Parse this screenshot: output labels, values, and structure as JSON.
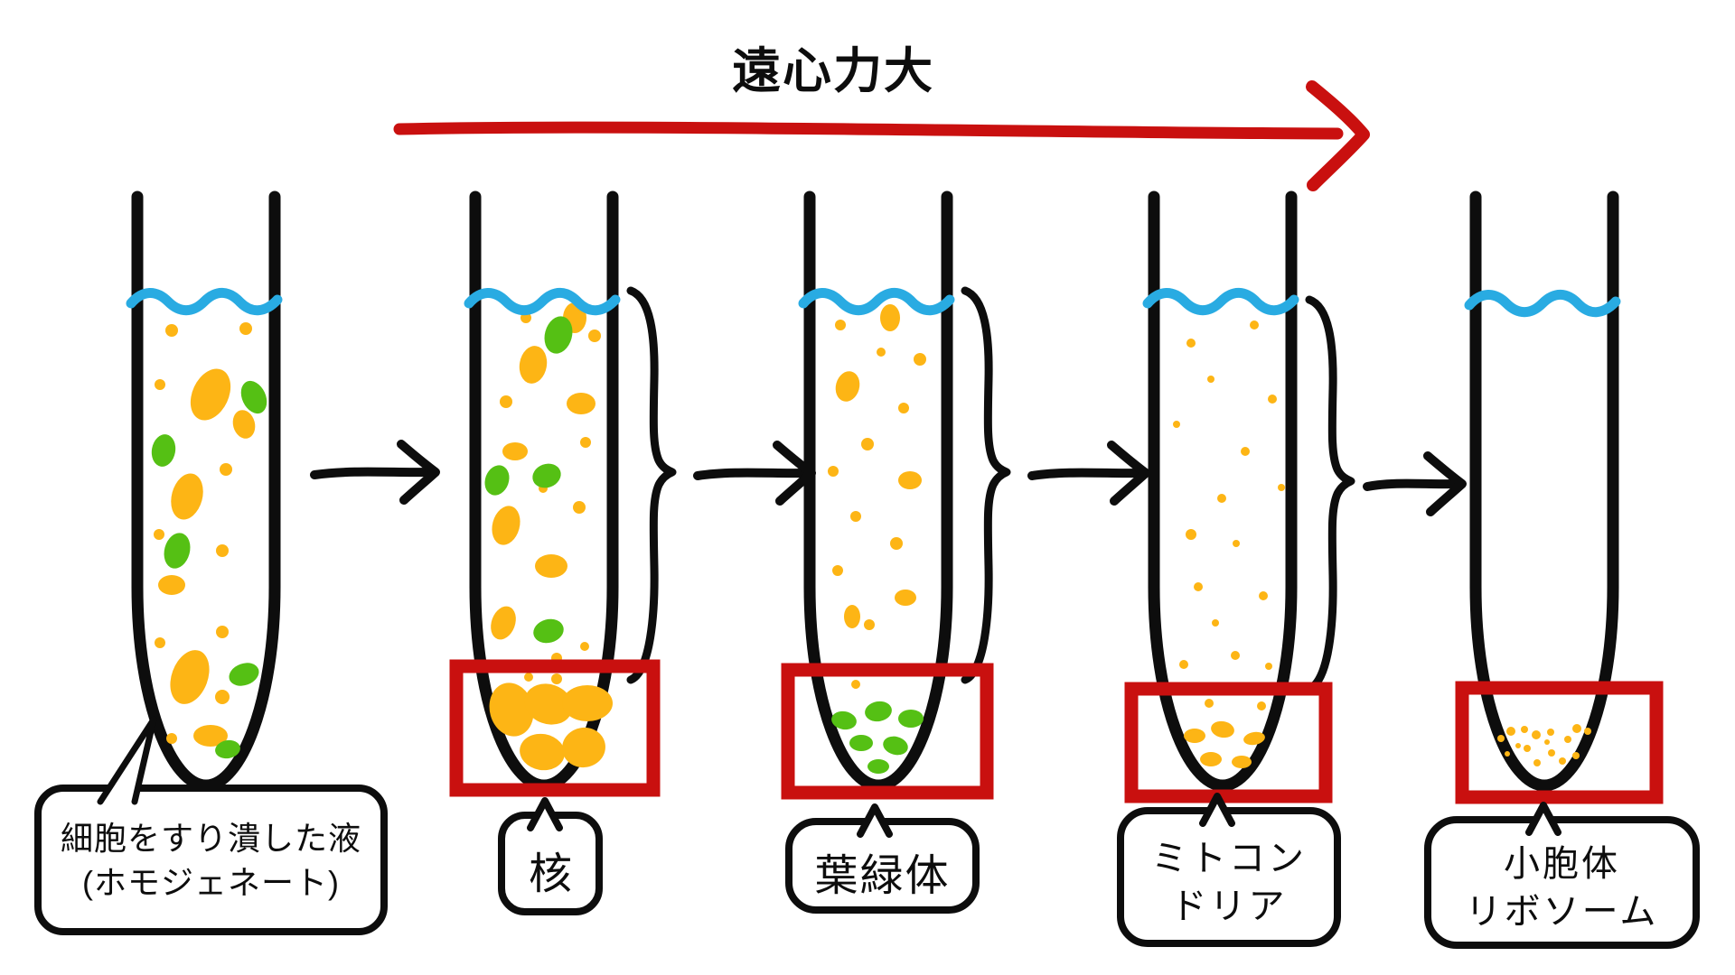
{
  "title": "遠心力大",
  "colors": {
    "ink": "#0d0d0d",
    "red": "#c9100f",
    "orange": "#fdb515",
    "green": "#55c014",
    "blue": "#29abe2",
    "paper": "#ffffff"
  },
  "stages": [
    {
      "label_lines": [
        "細胞をすり潰した液",
        "(ホモジェネート)"
      ]
    },
    {
      "label_lines": [
        "核"
      ]
    },
    {
      "label_lines": [
        "葉緑体"
      ]
    },
    {
      "label_lines": [
        "ミトコン",
        "ドリア"
      ]
    },
    {
      "label_lines": [
        "小胞体",
        "リボソーム"
      ]
    }
  ]
}
